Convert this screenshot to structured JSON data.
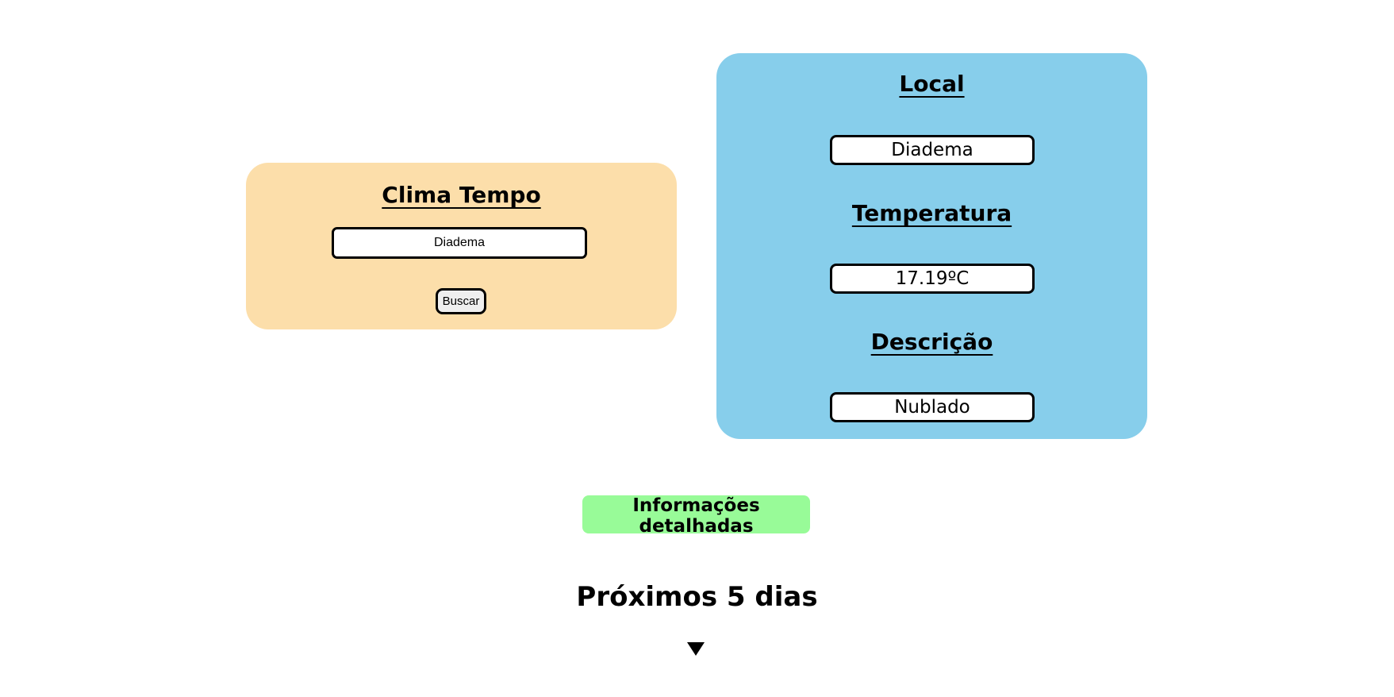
{
  "search_card": {
    "title": "Clima Tempo",
    "input_value": "Diadema",
    "button_label": "Buscar"
  },
  "result_card": {
    "local_heading": "Local",
    "local_value": "Diadema",
    "temperature_heading": "Temperatura",
    "temperature_value": "17.19ºC",
    "description_heading": "Descrição",
    "description_value": "Nublado"
  },
  "details_button_label": "Informações detalhadas",
  "next_days_heading": "Próximos 5 dias",
  "toggle_icon": "triangle-down-icon",
  "colors": {
    "search_card_bg": "#fcdeaa",
    "result_card_bg": "#87ceeb",
    "details_button_bg": "#98fb98"
  }
}
